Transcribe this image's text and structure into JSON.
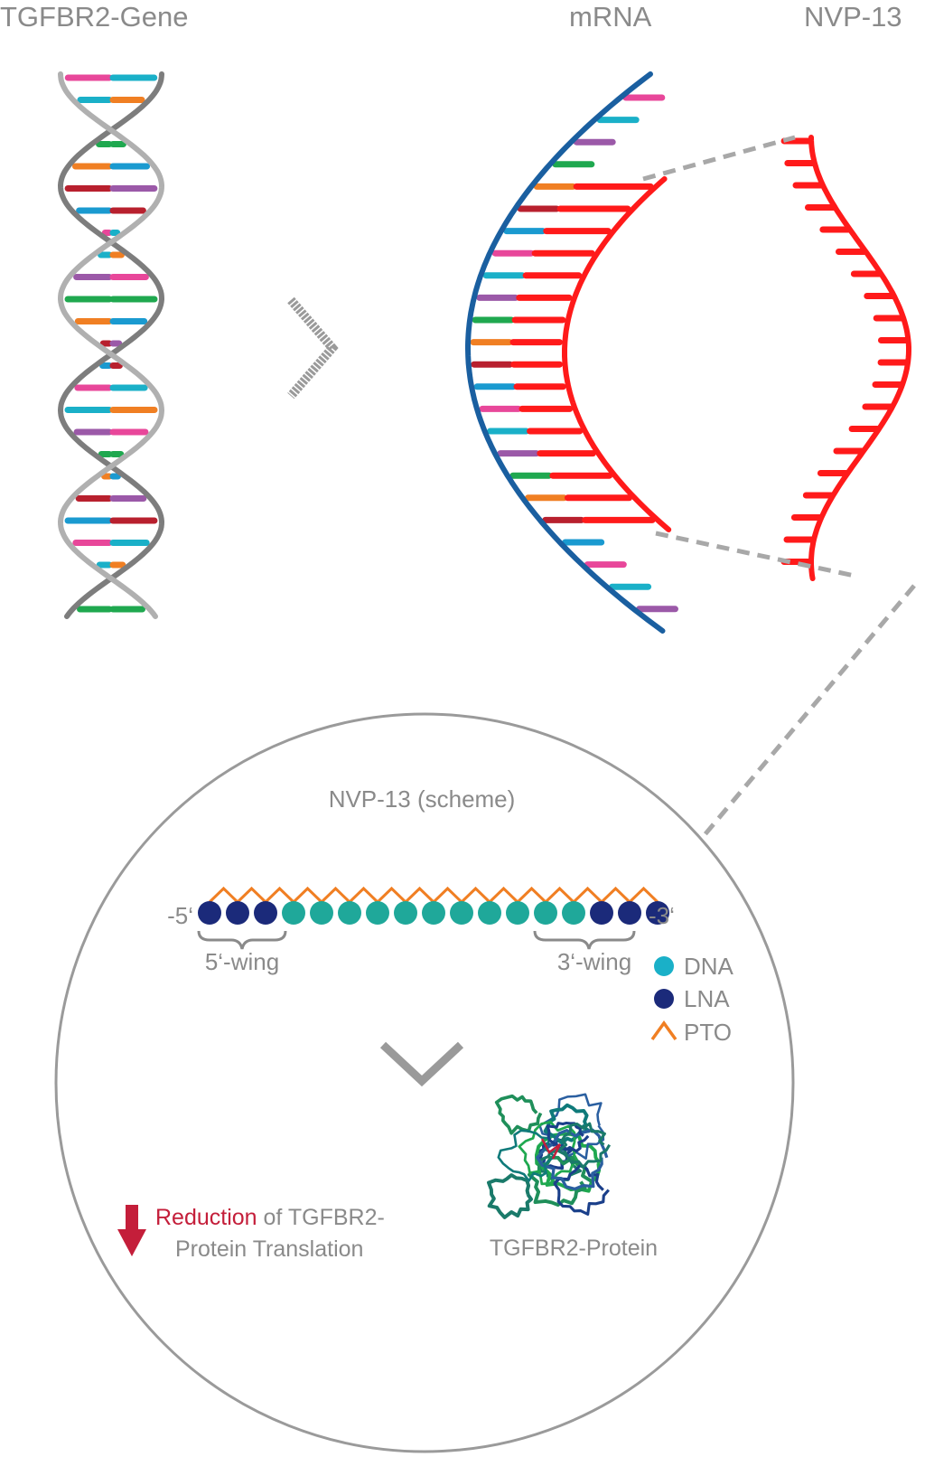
{
  "headers": {
    "gene": "TGFBR2-Gene",
    "mrna": "mRNA",
    "drug": "NVP-13"
  },
  "scheme": {
    "title": "NVP-13 (scheme)",
    "end5": "-5‘",
    "end3": "-3‘",
    "wing5": "5‘-wing",
    "wing3": "3‘-wing",
    "nucleotides": [
      "LNA",
      "LNA",
      "LNA",
      "DNA",
      "DNA",
      "DNA",
      "DNA",
      "DNA",
      "DNA",
      "DNA",
      "DNA",
      "DNA",
      "DNA",
      "DNA",
      "LNA",
      "LNA",
      "LNA"
    ]
  },
  "legend": [
    {
      "key": "DNA",
      "label": "DNA",
      "color": "#1ab0c8",
      "icon": "circle"
    },
    {
      "key": "LNA",
      "label": "LNA",
      "color": "#1b2a7a",
      "icon": "circle"
    },
    {
      "key": "PTO",
      "label": "PTO",
      "color": "#f07f23",
      "icon": "caret"
    }
  ],
  "result": {
    "highlight": "Reduction",
    "rest1": " of TGFBR2-",
    "line2": "Protein Translation",
    "protein_label": "TGFBR2-Protein"
  },
  "colors": {
    "gray_text": "#8a8a8a",
    "mrna_strand": "#1a5fa0",
    "drug_strand": "#ff1a1a",
    "reduction": "#c41e3a",
    "dna_dot": "#1fa89a",
    "lna_dot": "#1b2a7a",
    "pto": "#f07f23",
    "circle_outline": "#9a9a9a",
    "dash": "#a8a8a8"
  }
}
